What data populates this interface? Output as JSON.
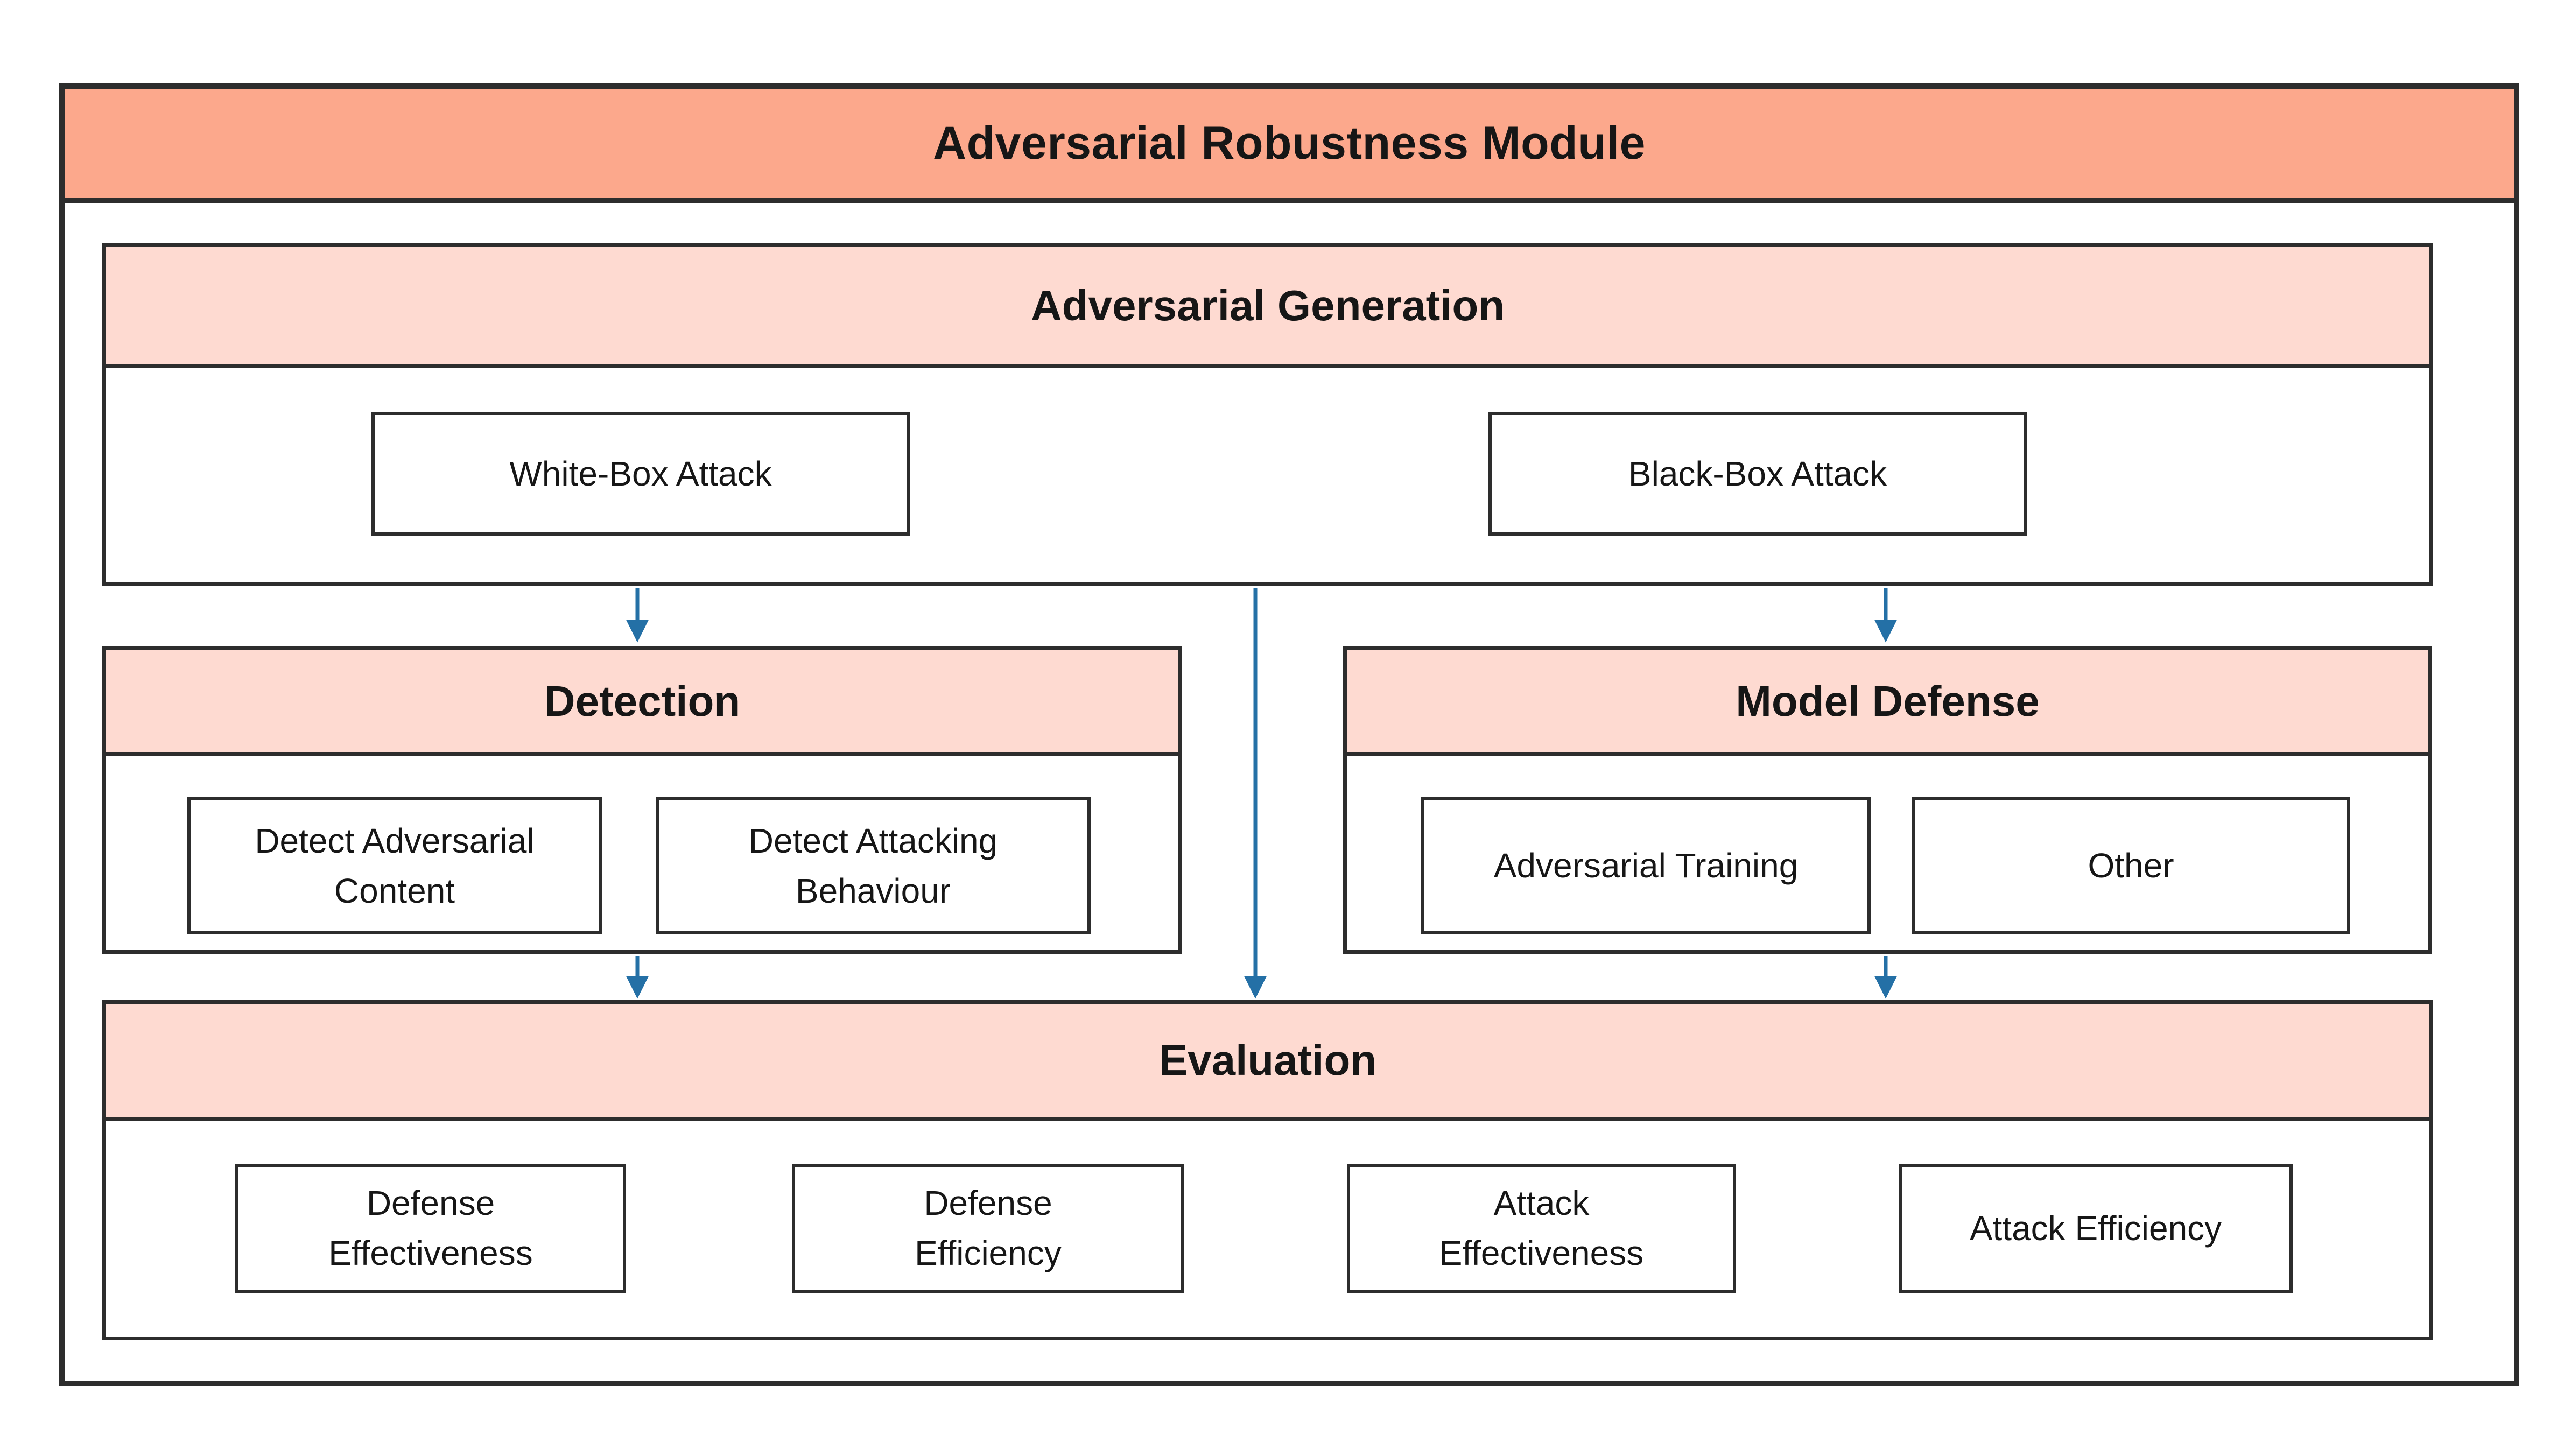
{
  "colors": {
    "background": "#ffffff",
    "title_fill": "#fca88c",
    "header_fill": "#fedad1",
    "border": "#2d2d2d",
    "arrow": "#2470a6",
    "text": "#161616"
  },
  "title": "Adversarial Robustness Module",
  "sections": {
    "generation": {
      "title": "Adversarial Generation",
      "items": [
        {
          "label": "White-Box Attack"
        },
        {
          "label": "Black-Box Attack"
        }
      ]
    },
    "detection": {
      "title": "Detection",
      "items": [
        {
          "label": "Detect Adversarial Content"
        },
        {
          "label": "Detect Attacking Behaviour"
        }
      ]
    },
    "model_defense": {
      "title": "Model Defense",
      "items": [
        {
          "label": "Adversarial Training"
        },
        {
          "label": "Other"
        }
      ]
    },
    "evaluation": {
      "title": "Evaluation",
      "items": [
        {
          "label": "Defense Effectiveness"
        },
        {
          "label": "Defense Efficiency"
        },
        {
          "label": "Attack Effectiveness"
        },
        {
          "label": "Attack Efficiency"
        }
      ]
    }
  },
  "connections": [
    {
      "from": "Adversarial Generation",
      "to": "Detection"
    },
    {
      "from": "Adversarial Generation",
      "to": "Model Defense"
    },
    {
      "from": "Adversarial Generation",
      "to": "Evaluation"
    },
    {
      "from": "Detection",
      "to": "Evaluation"
    },
    {
      "from": "Model Defense",
      "to": "Evaluation"
    }
  ]
}
